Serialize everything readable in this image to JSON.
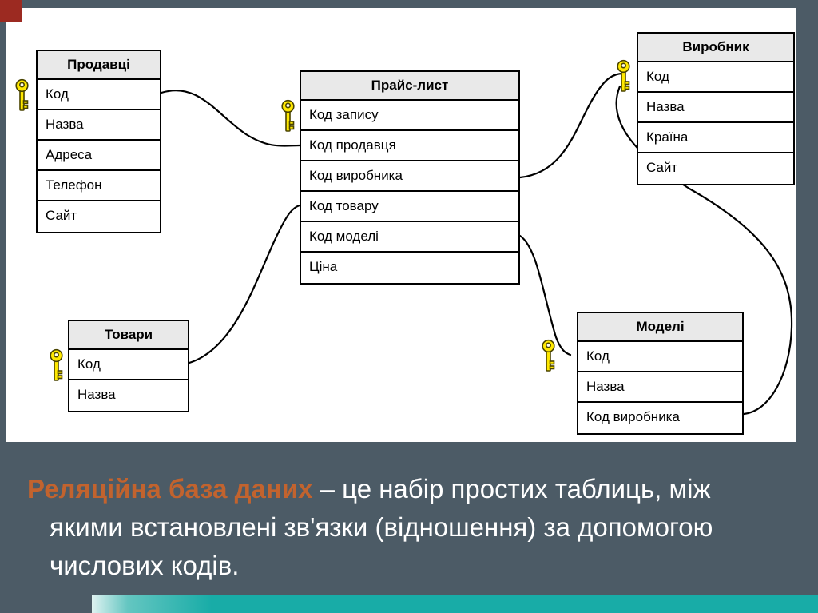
{
  "slide": {
    "caption": {
      "highlight": "Реляційна база даних",
      "rest": " – це набір простих таблиць, між якими встановлені зв'язки (відношення) за допомогою числових кодів."
    }
  },
  "diagram": {
    "tables": [
      {
        "title": "Продавці",
        "fields": [
          "Код",
          "Назва",
          "Адреса",
          "Телефон",
          "Сайт"
        ]
      },
      {
        "title": "Прайс-лист",
        "fields": [
          "Код запису",
          "Код продавця",
          "Код виробника",
          "Код товару",
          "Код моделі",
          "Ціна"
        ]
      },
      {
        "title": "Виробник",
        "fields": [
          "Код",
          "Назва",
          "Країна",
          "Сайт"
        ]
      },
      {
        "title": "Товари",
        "fields": [
          "Код",
          "Назва"
        ]
      },
      {
        "title": "Моделі",
        "fields": [
          "Код",
          "Назва",
          "Код виробника"
        ]
      }
    ],
    "relationships": [
      {
        "from": "Продавці.Код",
        "to": "Прайс-лист.Код продавця"
      },
      {
        "from": "Товари.Код",
        "to": "Прайс-лист.Код товару"
      },
      {
        "from": "Виробник.Код",
        "to": "Прайс-лист.Код виробника"
      },
      {
        "from": "Прайс-лист.Код моделі",
        "to": "Моделі.Код"
      },
      {
        "from": "Виробник.Код",
        "to": "Моделі.Код виробника"
      }
    ]
  },
  "colors": {
    "background": "#4c5b66",
    "panel": "#ffffff",
    "table_header": "#e9e9e9",
    "table_border": "#000000",
    "key_yellow": "#ffe800",
    "caption_highlight": "#c2632e",
    "caption_text": "#ffffff",
    "bottom_bar_teal": "#18aca7",
    "corner_accent_red": "#9c2a21"
  }
}
